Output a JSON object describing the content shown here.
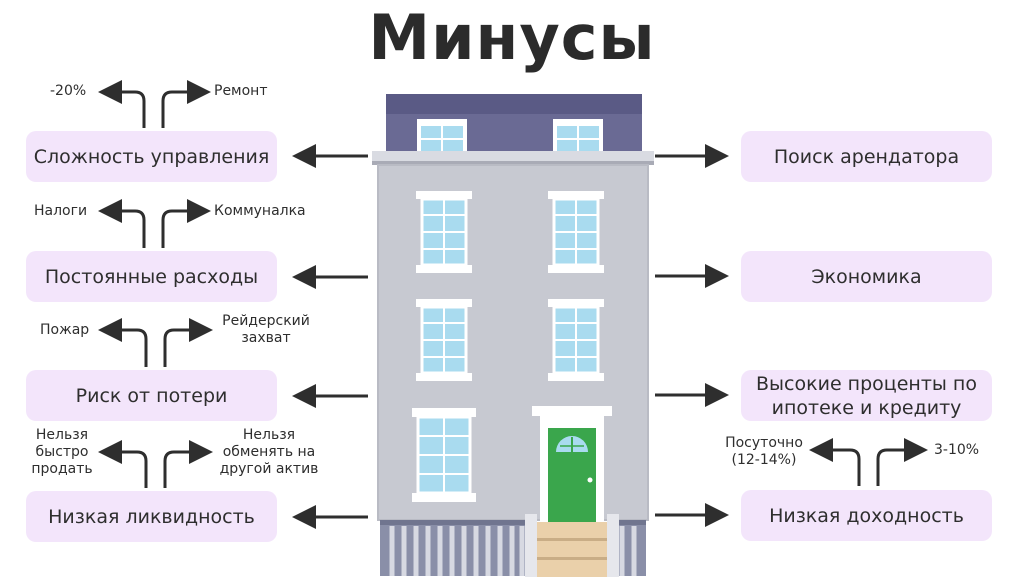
{
  "title": "Минусы",
  "left_items": [
    {
      "box": "Сложность управления",
      "left_sub": "-20%",
      "right_sub": "Ремонт"
    },
    {
      "box": "Постоянные расходы",
      "left_sub": "Налоги",
      "right_sub": "Коммуналка"
    },
    {
      "box": "Риск от потери",
      "left_sub": "Пожар",
      "right_sub_lines": [
        "Рейдерский",
        "захват"
      ]
    },
    {
      "box": "Низкая ликвидность",
      "left_sub_lines": [
        "Нельзя",
        "быстро",
        "продать"
      ],
      "right_sub_lines": [
        "Нельзя",
        "обменять на",
        "другой актив"
      ]
    }
  ],
  "right_items": [
    {
      "box": "Поиск арендатора"
    },
    {
      "box": "Экономика"
    },
    {
      "box_lines": [
        "Высокие проценты по",
        "ипотеке и кредиту"
      ]
    },
    {
      "box": "Низкая доходность",
      "left_sub_lines": [
        "Посуточно",
        "(12-14%)"
      ],
      "right_sub": "3-10%"
    }
  ],
  "colors": {
    "box_bg": "#f3e5fb",
    "roof": "#6a6a94",
    "facade": "#c7c9d1",
    "window_glass": "#a9dbef",
    "door": "#3aa64c",
    "fence": "#8a8fa8",
    "arrow": "#2e2e2e"
  }
}
